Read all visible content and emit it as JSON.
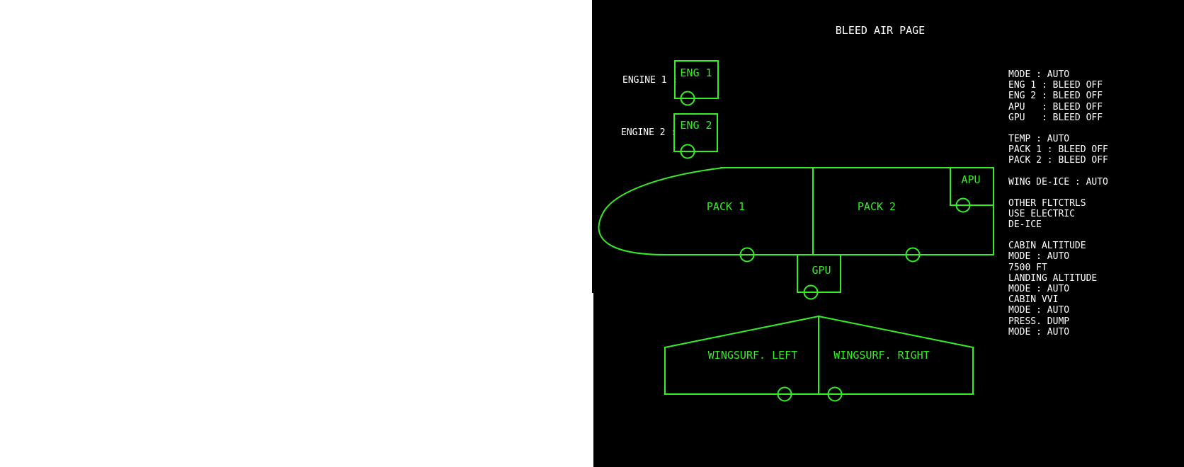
{
  "header": {
    "title": "BLEED AIR PAGE"
  },
  "engines": {
    "eng1": {
      "label": "ENGINE 1 :",
      "box": "ENG 1"
    },
    "eng2": {
      "label": "ENGINE 2 :",
      "box": "ENG 2"
    }
  },
  "packs": {
    "pack1": "PACK 1",
    "pack2": "PACK 2"
  },
  "units": {
    "apu": "APU",
    "gpu": "GPU"
  },
  "wings": {
    "left": "WINGSURF. LEFT",
    "right": "WINGSURF. RIGHT"
  },
  "status": {
    "mode": "MODE : AUTO",
    "eng1": "ENG 1 : BLEED OFF",
    "eng2": "ENG 2 : BLEED OFF",
    "apu": "APU   : BLEED OFF",
    "gpu": "GPU   : BLEED OFF",
    "temp": "TEMP : AUTO",
    "pack1": "PACK 1 : BLEED OFF",
    "pack2": "PACK 2 : BLEED OFF",
    "wing_deice": "WING DE-ICE : AUTO",
    "other1": "OTHER FLTCTRLS",
    "other2": "USE ELECTRIC",
    "other3": "DE-ICE",
    "cabin_alt": "CABIN ALTITUDE",
    "cabin_alt_mode": "MODE : AUTO",
    "cabin_alt_value": "7500 FT",
    "landing_alt": "LANDING ALTITUDE",
    "landing_alt_mode": "MODE : AUTO",
    "cabin_vvi": "CABIN VVI",
    "cabin_vvi_mode": "MODE : AUTO",
    "press_dump": "PRESS. DUMP",
    "press_dump_mode": "MODE : AUTO"
  },
  "colors": {
    "diagram": "#33ee22",
    "background": "#000000",
    "text": "#ffffff"
  }
}
